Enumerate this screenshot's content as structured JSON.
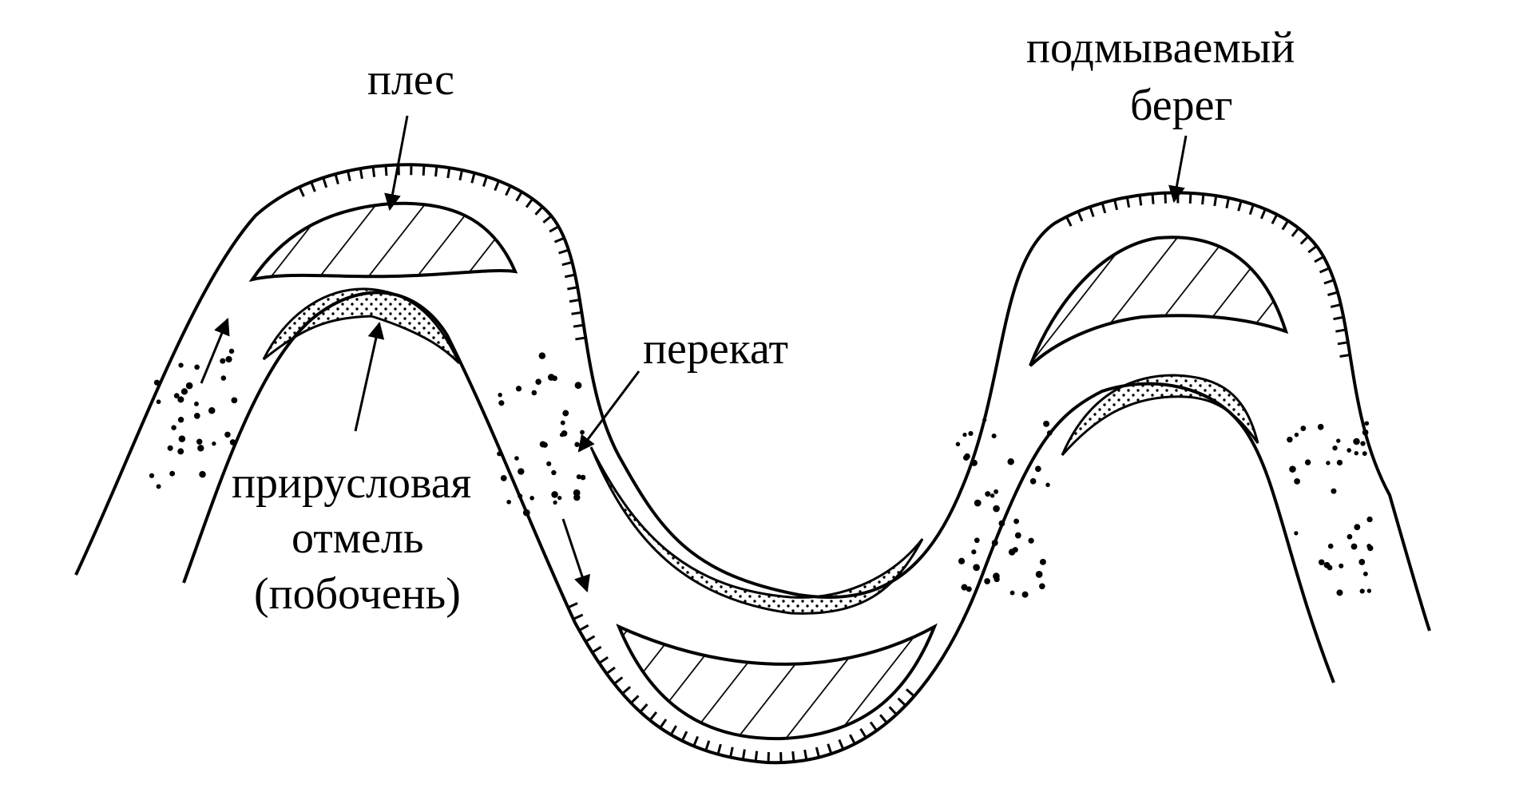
{
  "labels": {
    "pool": "плес",
    "undercut_bank_line1": "подмываемый",
    "undercut_bank_line2": "берег",
    "riffle": "перекат",
    "point_bar_line1": "прирусловая",
    "point_bar_line2": "отмель",
    "point_bar_line3": "(побочень)"
  },
  "colors": {
    "ink": "#000000",
    "background": "#ffffff"
  }
}
